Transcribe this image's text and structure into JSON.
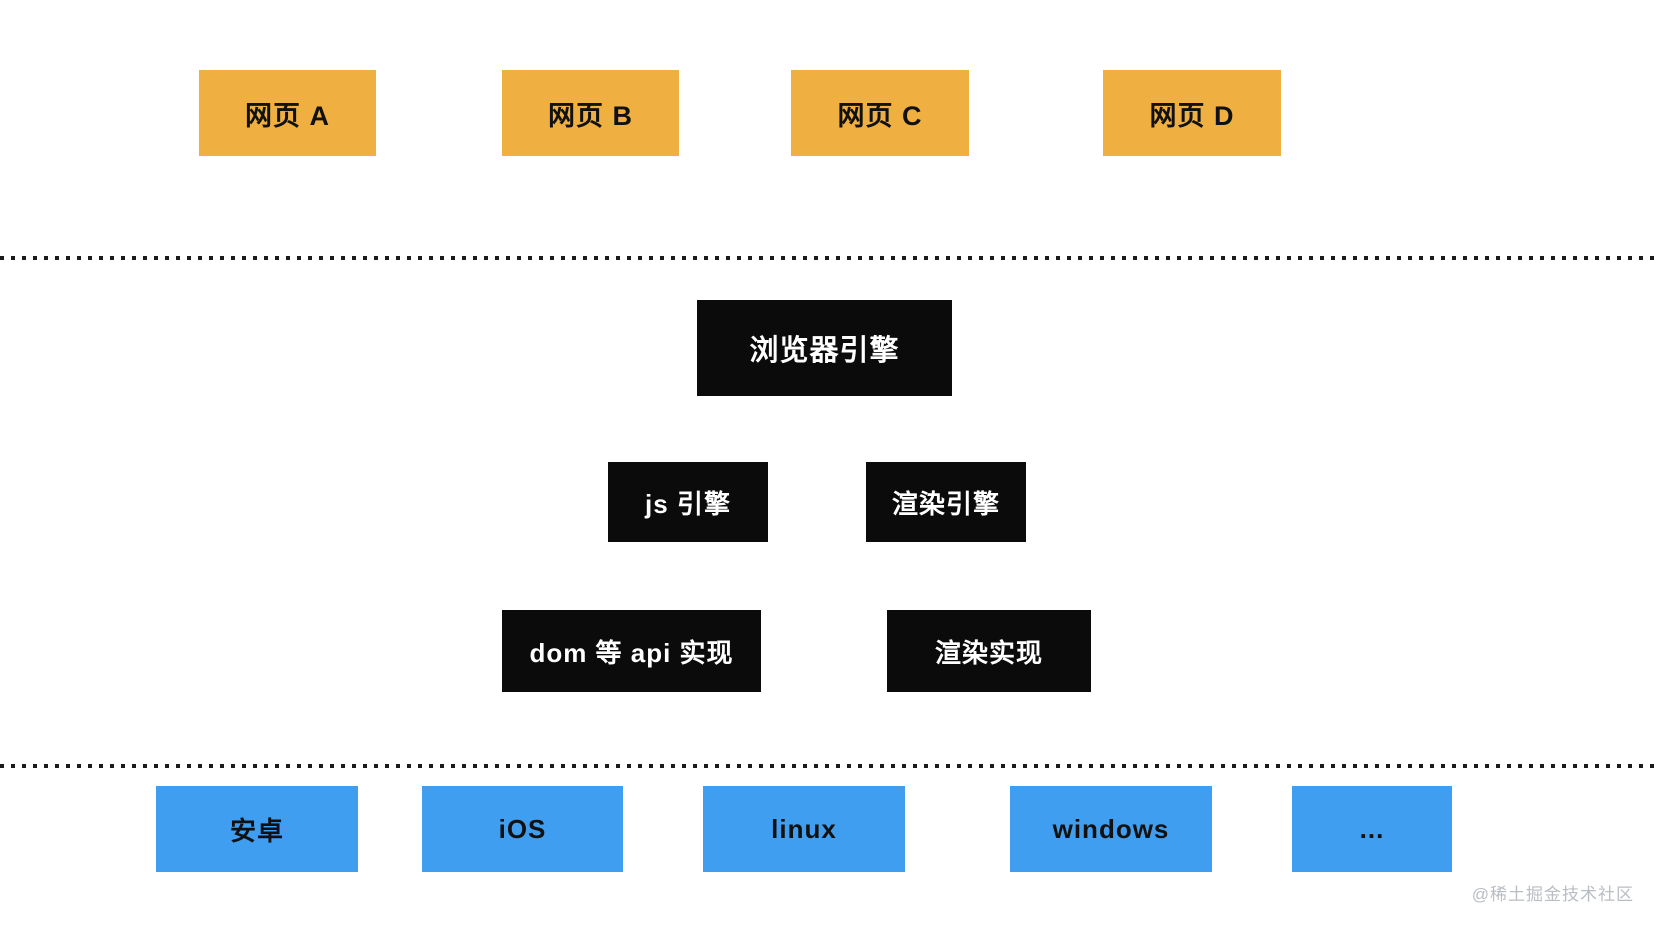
{
  "page": {
    "background": "#ffffff"
  },
  "colors": {
    "web_box_bg": "#efb041",
    "web_box_text": "#111111",
    "engine_box_bg": "#0b0b0b",
    "engine_box_text": "#ffffff",
    "platform_box_bg": "#3f9ef0",
    "platform_box_text": "#111111",
    "separator_dots": "#1b1b1b",
    "watermark_text": "#b9bdc4"
  },
  "web_pages": [
    {
      "label": "网页 A"
    },
    {
      "label": "网页 B"
    },
    {
      "label": "网页 C"
    },
    {
      "label": "网页 D"
    }
  ],
  "browser_engine": {
    "label": "浏览器引擎"
  },
  "engines": [
    {
      "label": "js 引擎"
    },
    {
      "label": "渲染引擎"
    }
  ],
  "implementations": [
    {
      "label": "dom 等 api 实现"
    },
    {
      "label": "渲染实现"
    }
  ],
  "platforms": [
    {
      "label": "安卓"
    },
    {
      "label": "iOS"
    },
    {
      "label": "linux"
    },
    {
      "label": "windows"
    },
    {
      "label": "..."
    }
  ],
  "watermark": {
    "label": "@稀土掘金技术社区"
  }
}
